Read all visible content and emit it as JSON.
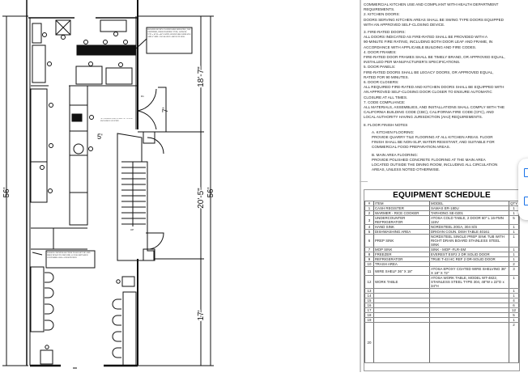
{
  "plan": {
    "dims": {
      "overall_left": "56'",
      "overall_right": "56'",
      "upper": "18'-7\"",
      "middle": "20'-5\"",
      "lower": "17'",
      "corridor_width": "5'",
      "door_depth": "7'"
    },
    "notes": {
      "shelving": "PROVIDE EPOXY COATED WIRE SHELVING, NSF CERTIFIED, FREESTANDING TYPE, APPROX. 72\"H x 18\"W x 48\"L WITH ADJUSTABLE SHELVES AND 6\" MIN. CLEARANCE ABOVE FLOOR.",
      "accessible": "ACCESSIBLE ROUTE MIN. 36\" CLEAR PROVIDED AT ENTRY",
      "counter": "RAISED COUNTER SECTION TO BE LIFT UP AND DROP DOWN TO PROVIDE ACCESS BETWEEN CUSTOMER AREA AND KITCHEN"
    },
    "labels": {
      "stair_up": "UP",
      "door_tag": "D1"
    }
  },
  "notes": [
    {
      "text": "COMMERCIAL KITCHEN USE AND COMPLIANT WITH HEALTH DEPARTMENT"
    },
    {
      "text": "REQUIREMENTS."
    },
    {
      "text": "2. KITCHEN DOORS:"
    },
    {
      "text": "DOORS SERVING KITCHEN AREAS SHALL BE SWING TYPE DOORS EQUIPPED"
    },
    {
      "text": "WITH AN APPROVED SELF-CLOSING DEVICE."
    },
    {
      "text": "3. FIRE-RATED DOORS:",
      "gap": true
    },
    {
      "text": "ALL DOORS INDICATED AS FIRE-RATED SHALL BE PROVIDED WITH A"
    },
    {
      "text": "90-MINUTE FIRE RATING, INCLUDING BOTH DOOR LEAF AND FRAME, IN"
    },
    {
      "text": "ACCORDANCE WITH APPLICABLE BUILDING AND FIRE CODES."
    },
    {
      "text": "4. DOOR FRAMES:"
    },
    {
      "text": "FIRE-RATED DOOR FRAMES SHALL BE TIMELY BRAND, OR APPROVED EQUAL,"
    },
    {
      "text": "INSTALLED PER MANUFACTURER'S SPECIFICATIONS."
    },
    {
      "text": "5. DOOR PANELS:"
    },
    {
      "text": "FIRE-RATED DOORS SHALL BE LEGACY DOORS, OR APPROVED EQUAL,"
    },
    {
      "text": "RATED FOR 90 MINUTES."
    },
    {
      "text": "6. DOOR CLOSERS:"
    },
    {
      "text": "ALL REQUIRED FIRE-RATED AND KITCHEN DOORS SHALL BE EQUIPPED WITH"
    },
    {
      "text": "AN APPROVED SELF-CLOSING DOOR CLOSER TO ENSURE AUTOMATIC"
    },
    {
      "text": "CLOSURE AT ALL TIMES."
    },
    {
      "text": "7. CODE COMPLIANCE:"
    },
    {
      "text": "ALL MATERIALS, ASSEMBLIES, AND INSTALLATIONS SHALL COMPLY WITH THE"
    },
    {
      "text": "CALIFORNIA BUILDING CODE (CBC), CALIFORNIA FIRE CODE (CFC), AND"
    },
    {
      "text": "LOCAL AUTHORITY HAVING JURISDICTION (AHJ) REQUIREMENTS."
    },
    {
      "text": "8. FLOOR FINISH NOTES",
      "gap": true
    },
    {
      "text": "A.   KITCHEN FLOORING:",
      "gap": true,
      "ind": true
    },
    {
      "text": "PROVIDE QUARRY TILE FLOORING AT ALL KITCHEN AREAS. FLOOR",
      "ind": true
    },
    {
      "text": "FINISH SHALL BE NON-SLIP, WATER-RESISTANT, AND SUITABLE FOR",
      "ind": true
    },
    {
      "text": "COMMERCIAL FOOD PREPARATION AREAS.",
      "ind": true
    },
    {
      "text": "B.   MAIN AREA FLOORING:",
      "gap": true,
      "ind": true
    },
    {
      "text": "PROVIDE POLISHED CONCRETE FLOORING AT THE MAIN AREA",
      "ind": true
    },
    {
      "text": "LOCATED OUTSIDE THE DINING ROOM, INCLUDING ALL CIRCULATION",
      "ind": true
    },
    {
      "text": "AREAS, UNLESS NOTED OTHERWISE.",
      "ind": true
    }
  ],
  "schedule": {
    "title": "EQUIPMENT SCHEDULE",
    "headers": [
      "#",
      "ITEM",
      "MODEL",
      "QTY"
    ],
    "rows": [
      [
        "1",
        "CASH REGISTER",
        "SAMAS ER-180U",
        "1"
      ],
      [
        "2",
        "WARMER - RICE COOKER",
        "TARHONG SE-0201",
        "1"
      ],
      [
        "3",
        "UNDERCOUNTER REFRIGERATOR",
        "ATOSA COLD TABLE, 2 DOOR 60\" L 16-FMN 115V",
        "5"
      ],
      [
        "4",
        "HAND SINK",
        "NORDSTEEL 20GA, 304 S/S",
        "1"
      ],
      [
        "5",
        "DISHWASHING AREA",
        "DRIOAN COUN. DISH TABLE 40161",
        "1"
      ],
      [
        "6",
        "PREP SINK",
        "NORDSTEEL SINGLE PREP SINK TUB WITH RIGHT DRAIN BOARD STAINLESS STEEL SINK",
        "1"
      ],
      [
        "7",
        "MOP SINK",
        "SINK - MOP -FLR-SM",
        "1"
      ],
      [
        "8",
        "FREEZER",
        "EVEREST ESF2 2 DR SOLID DOOR",
        "1"
      ],
      [
        "9",
        "REFRIGERATOR",
        "TRUE T-43 HC REF 2 DR-SOLID DOOR",
        "1"
      ],
      [
        "10",
        "TRASH AREA",
        "",
        "2"
      ],
      [
        "11",
        "WIRE SHELF 36\" X 18\"",
        "ATOSA EPOXY COATED WIRE SHELVING 36\" X 18\" X 72\"",
        "3"
      ],
      [
        "12",
        "WORK TABLE",
        "ATOSA WORK TABLE, MODEL WT-4822, STAINLESS STEEL TYPE 304, 48\"W x 22\"D x 34\"H",
        "1"
      ],
      [
        "13",
        "",
        "",
        "1"
      ],
      [
        "14",
        "",
        "",
        "1"
      ],
      [
        "15",
        "",
        "",
        "4"
      ],
      [
        "16",
        "",
        "",
        "6"
      ],
      [
        "17",
        "",
        "",
        "12"
      ],
      [
        "18",
        "",
        "",
        "5"
      ],
      [
        "19",
        "",
        "",
        "1"
      ],
      [
        "20",
        "",
        "",
        "2"
      ]
    ]
  },
  "popup": {
    "icons": [
      "comment-icon",
      "comment-icon"
    ],
    "accent": "#1a73e8"
  }
}
